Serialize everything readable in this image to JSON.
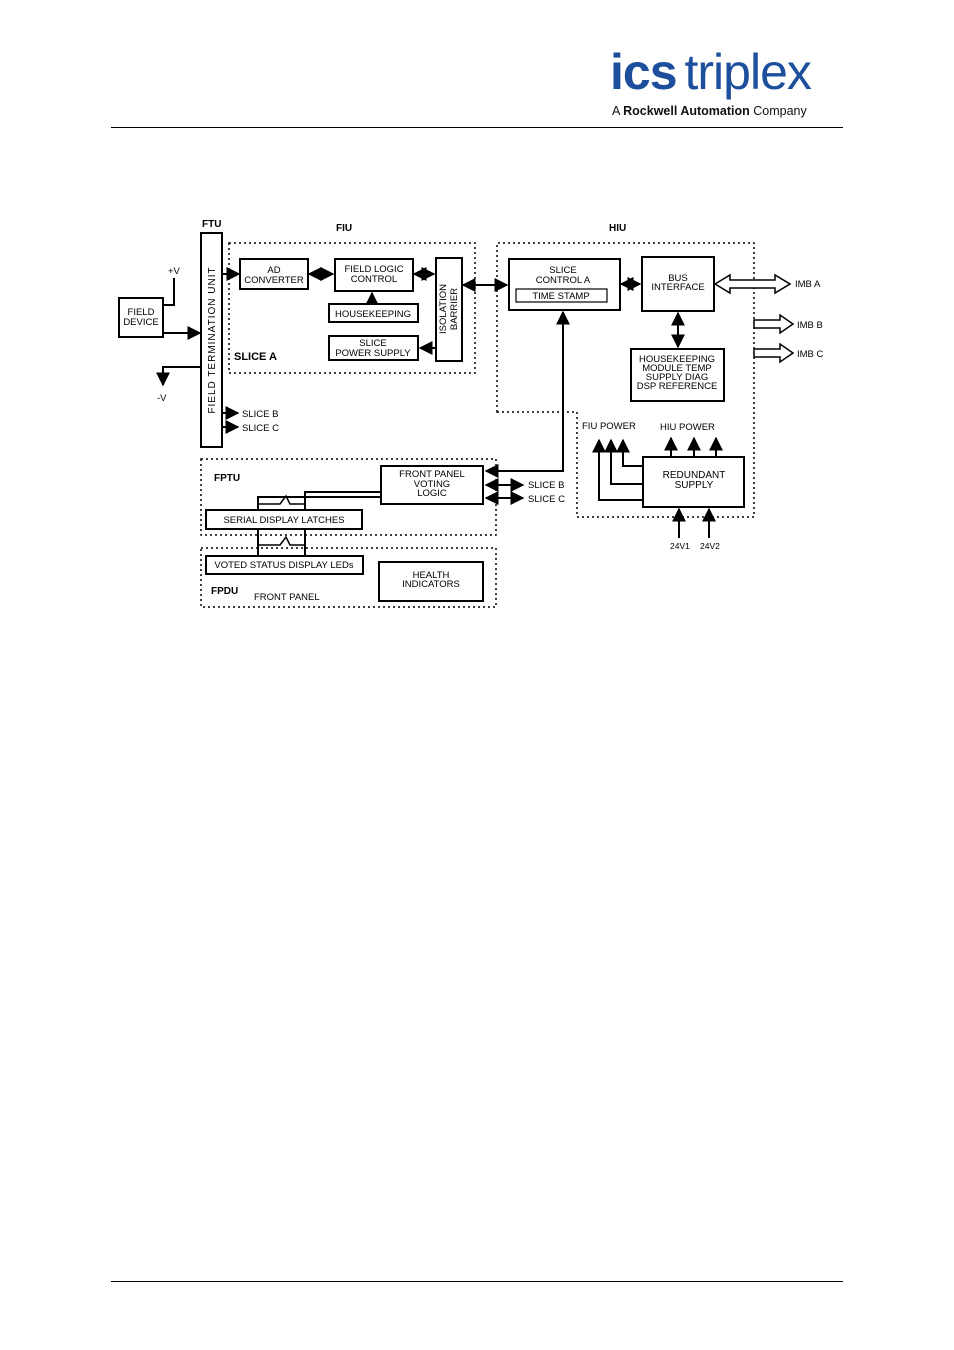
{
  "header": {
    "logo_bold": "ics",
    "logo_light": "triplex",
    "tagline_prefix": "A",
    "tagline_bold": "Rockwell Automation",
    "tagline_suffix": "Company"
  },
  "diagram": {
    "sections": {
      "ftu": "FTU",
      "fiu": "FIU",
      "hiu": "HIU",
      "fptu": "FPTU",
      "fpdu": "FPDU",
      "slice_a": "SLICE A",
      "front_panel": "FRONT PANEL"
    },
    "blocks": {
      "field_device_1": "FIELD",
      "field_device_2": "DEVICE",
      "field_termination_unit": "FIELD TERMINATION UNIT",
      "ad_converter_1": "AD",
      "ad_converter_2": "CONVERTER",
      "field_logic_control_1": "FIELD LOGIC",
      "field_logic_control_2": "CONTROL",
      "housekeeping": "HOUSEKEEPING",
      "slice_power_supply_1": "SLICE",
      "slice_power_supply_2": "POWER SUPPLY",
      "isolation_barrier_1": "ISOLATION",
      "isolation_barrier_2": "BARRIER",
      "slice_control_a_1": "SLICE",
      "slice_control_a_2": "CONTROL A",
      "time_stamp": "TIME STAMP",
      "bus_interface_1": "BUS",
      "bus_interface_2": "INTERFACE",
      "hk_module_1": "HOUSEKEEPING",
      "hk_module_2": "MODULE TEMP",
      "hk_module_3": "SUPPLY DIAG",
      "hk_module_4": "DSP REFERENCE",
      "front_panel_voting_1": "FRONT PANEL",
      "front_panel_voting_2": "VOTING",
      "front_panel_voting_3": "LOGIC",
      "serial_display_latches": "SERIAL DISPLAY LATCHES",
      "voted_status_leds": "VOTED STATUS DISPLAY LEDs",
      "health_indicators_1": "HEALTH",
      "health_indicators_2": "INDICATORS",
      "redundant_supply_1": "REDUNDANT",
      "redundant_supply_2": "SUPPLY"
    },
    "labels": {
      "plus_v": "+V",
      "minus_v": "-V",
      "slice_b_ftu": "SLICE B",
      "slice_c_ftu": "SLICE C",
      "slice_b_fp": "SLICE B",
      "slice_c_fp": "SLICE C",
      "imb_a": "IMB A",
      "imb_b": "IMB B",
      "imb_c": "IMB C",
      "fiu_power": "FIU POWER",
      "hiu_power": "HIU POWER",
      "v24_1": "24V1",
      "v24_2": "24V2"
    }
  }
}
